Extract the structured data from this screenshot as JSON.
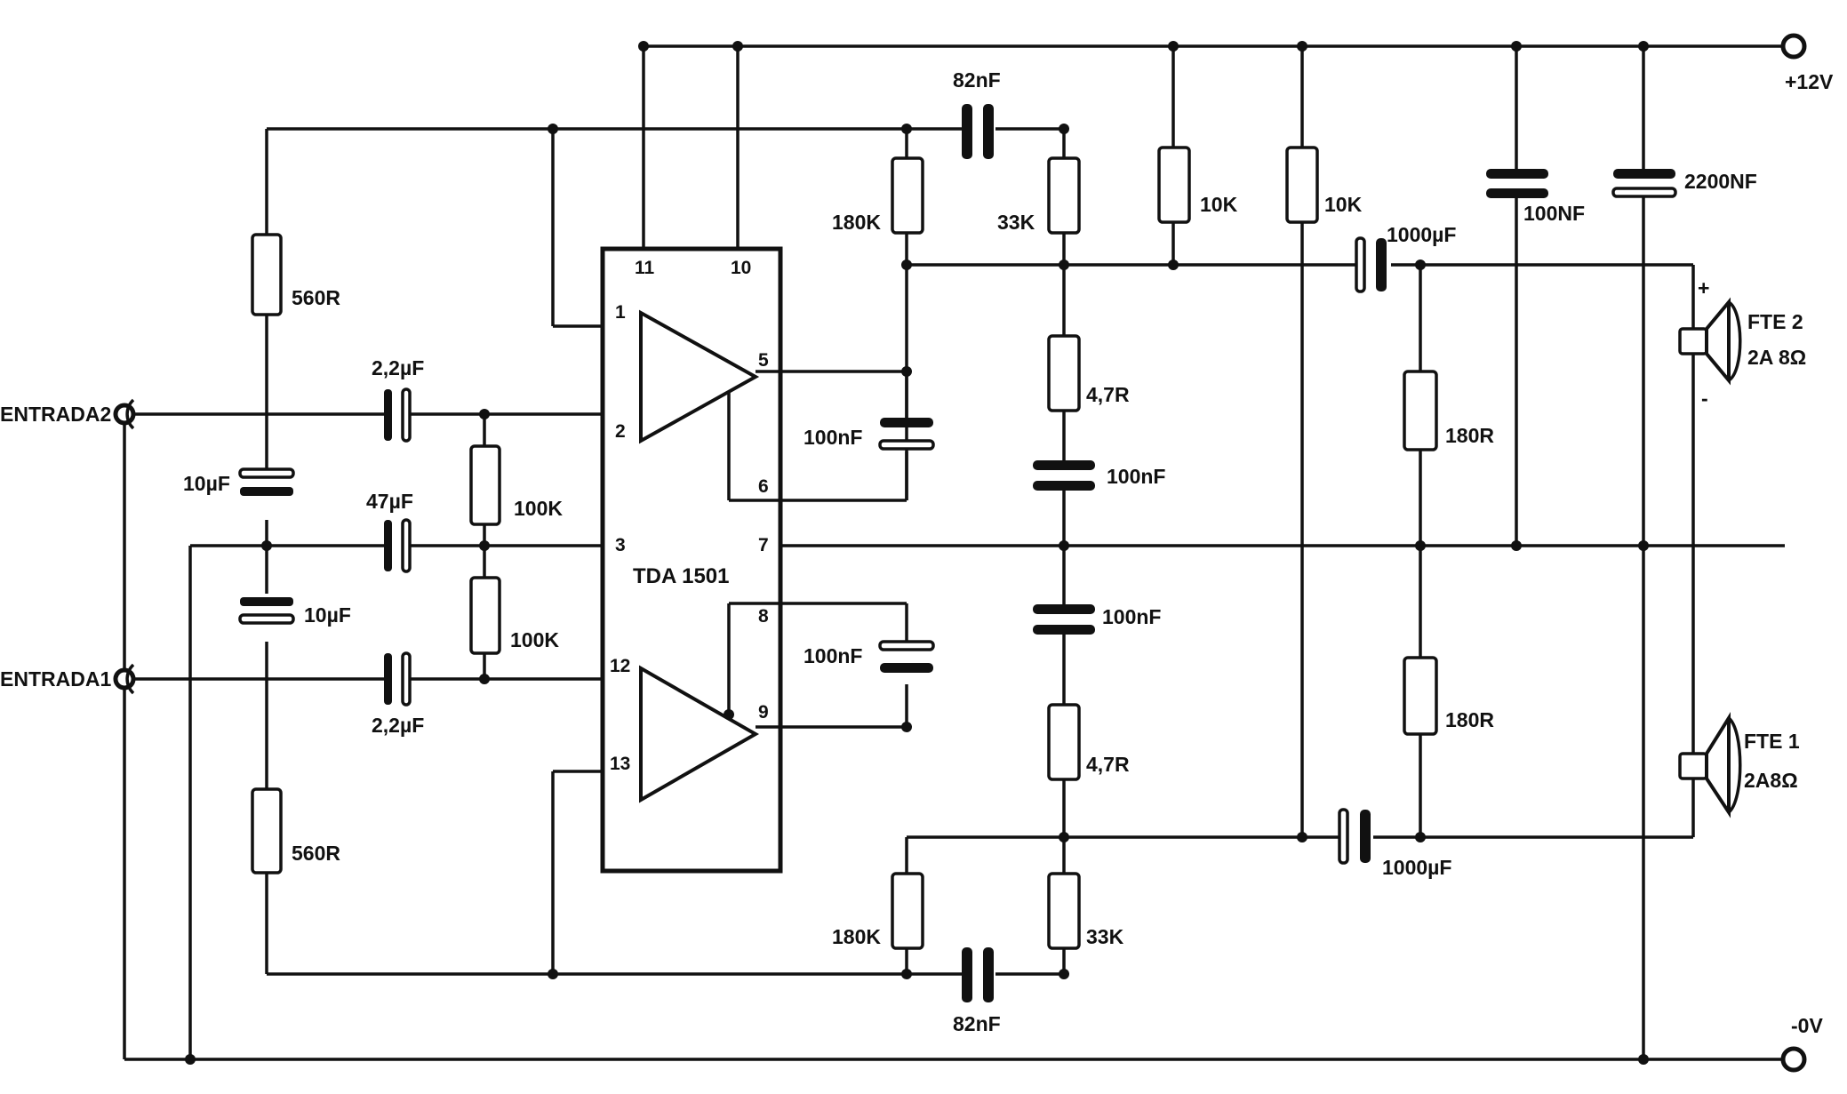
{
  "supply": {
    "positive": "+12V",
    "negative": "-0V"
  },
  "inputs": {
    "in2": "ENTRADA2",
    "in1": "ENTRADA1"
  },
  "ic": {
    "name": "TDA 1501",
    "pins": {
      "p1": "1",
      "p2": "2",
      "p3": "3",
      "p5": "5",
      "p6": "6",
      "p7": "7",
      "p8": "8",
      "p9": "9",
      "p10": "10",
      "p11": "11",
      "p12": "12",
      "p13": "13"
    }
  },
  "components": {
    "r_560_top": "560R",
    "r_560_bot": "560R",
    "c_22_top": "2,2µF",
    "c_22_bot": "2,2µF",
    "c_10_top": "10µF",
    "c_10_bot": "10µF",
    "c_47": "47µF",
    "r_100k_top": "100K",
    "r_100k_bot": "100K",
    "c_82_top": "82nF",
    "c_82_bot": "82nF",
    "r_180k_top": "180K",
    "r_180k_bot": "180K",
    "r_33k_top": "33K",
    "r_33k_bot": "33K",
    "c_100n_left_top": "100nF",
    "c_100n_left_bot": "100nF",
    "r_47_top": "4,7R",
    "r_47_bot": "4,7R",
    "c_100n_mid_top": "100nF",
    "c_100n_mid_bot": "100nF",
    "r_10k_a": "10K",
    "r_10k_b": "10K",
    "c_1000_top": "1000µF",
    "c_1000_bot": "1000µF",
    "r_180_top": "180R",
    "r_180_bot": "180R",
    "c_100nf_big": "100NF",
    "c_2200nf": "2200NF"
  },
  "speakers": {
    "fte2": {
      "name": "FTE 2",
      "rating": "2A 8Ω",
      "plus": "+",
      "minus": "-"
    },
    "fte1": {
      "name": "FTE 1",
      "rating": "2A8Ω"
    }
  }
}
